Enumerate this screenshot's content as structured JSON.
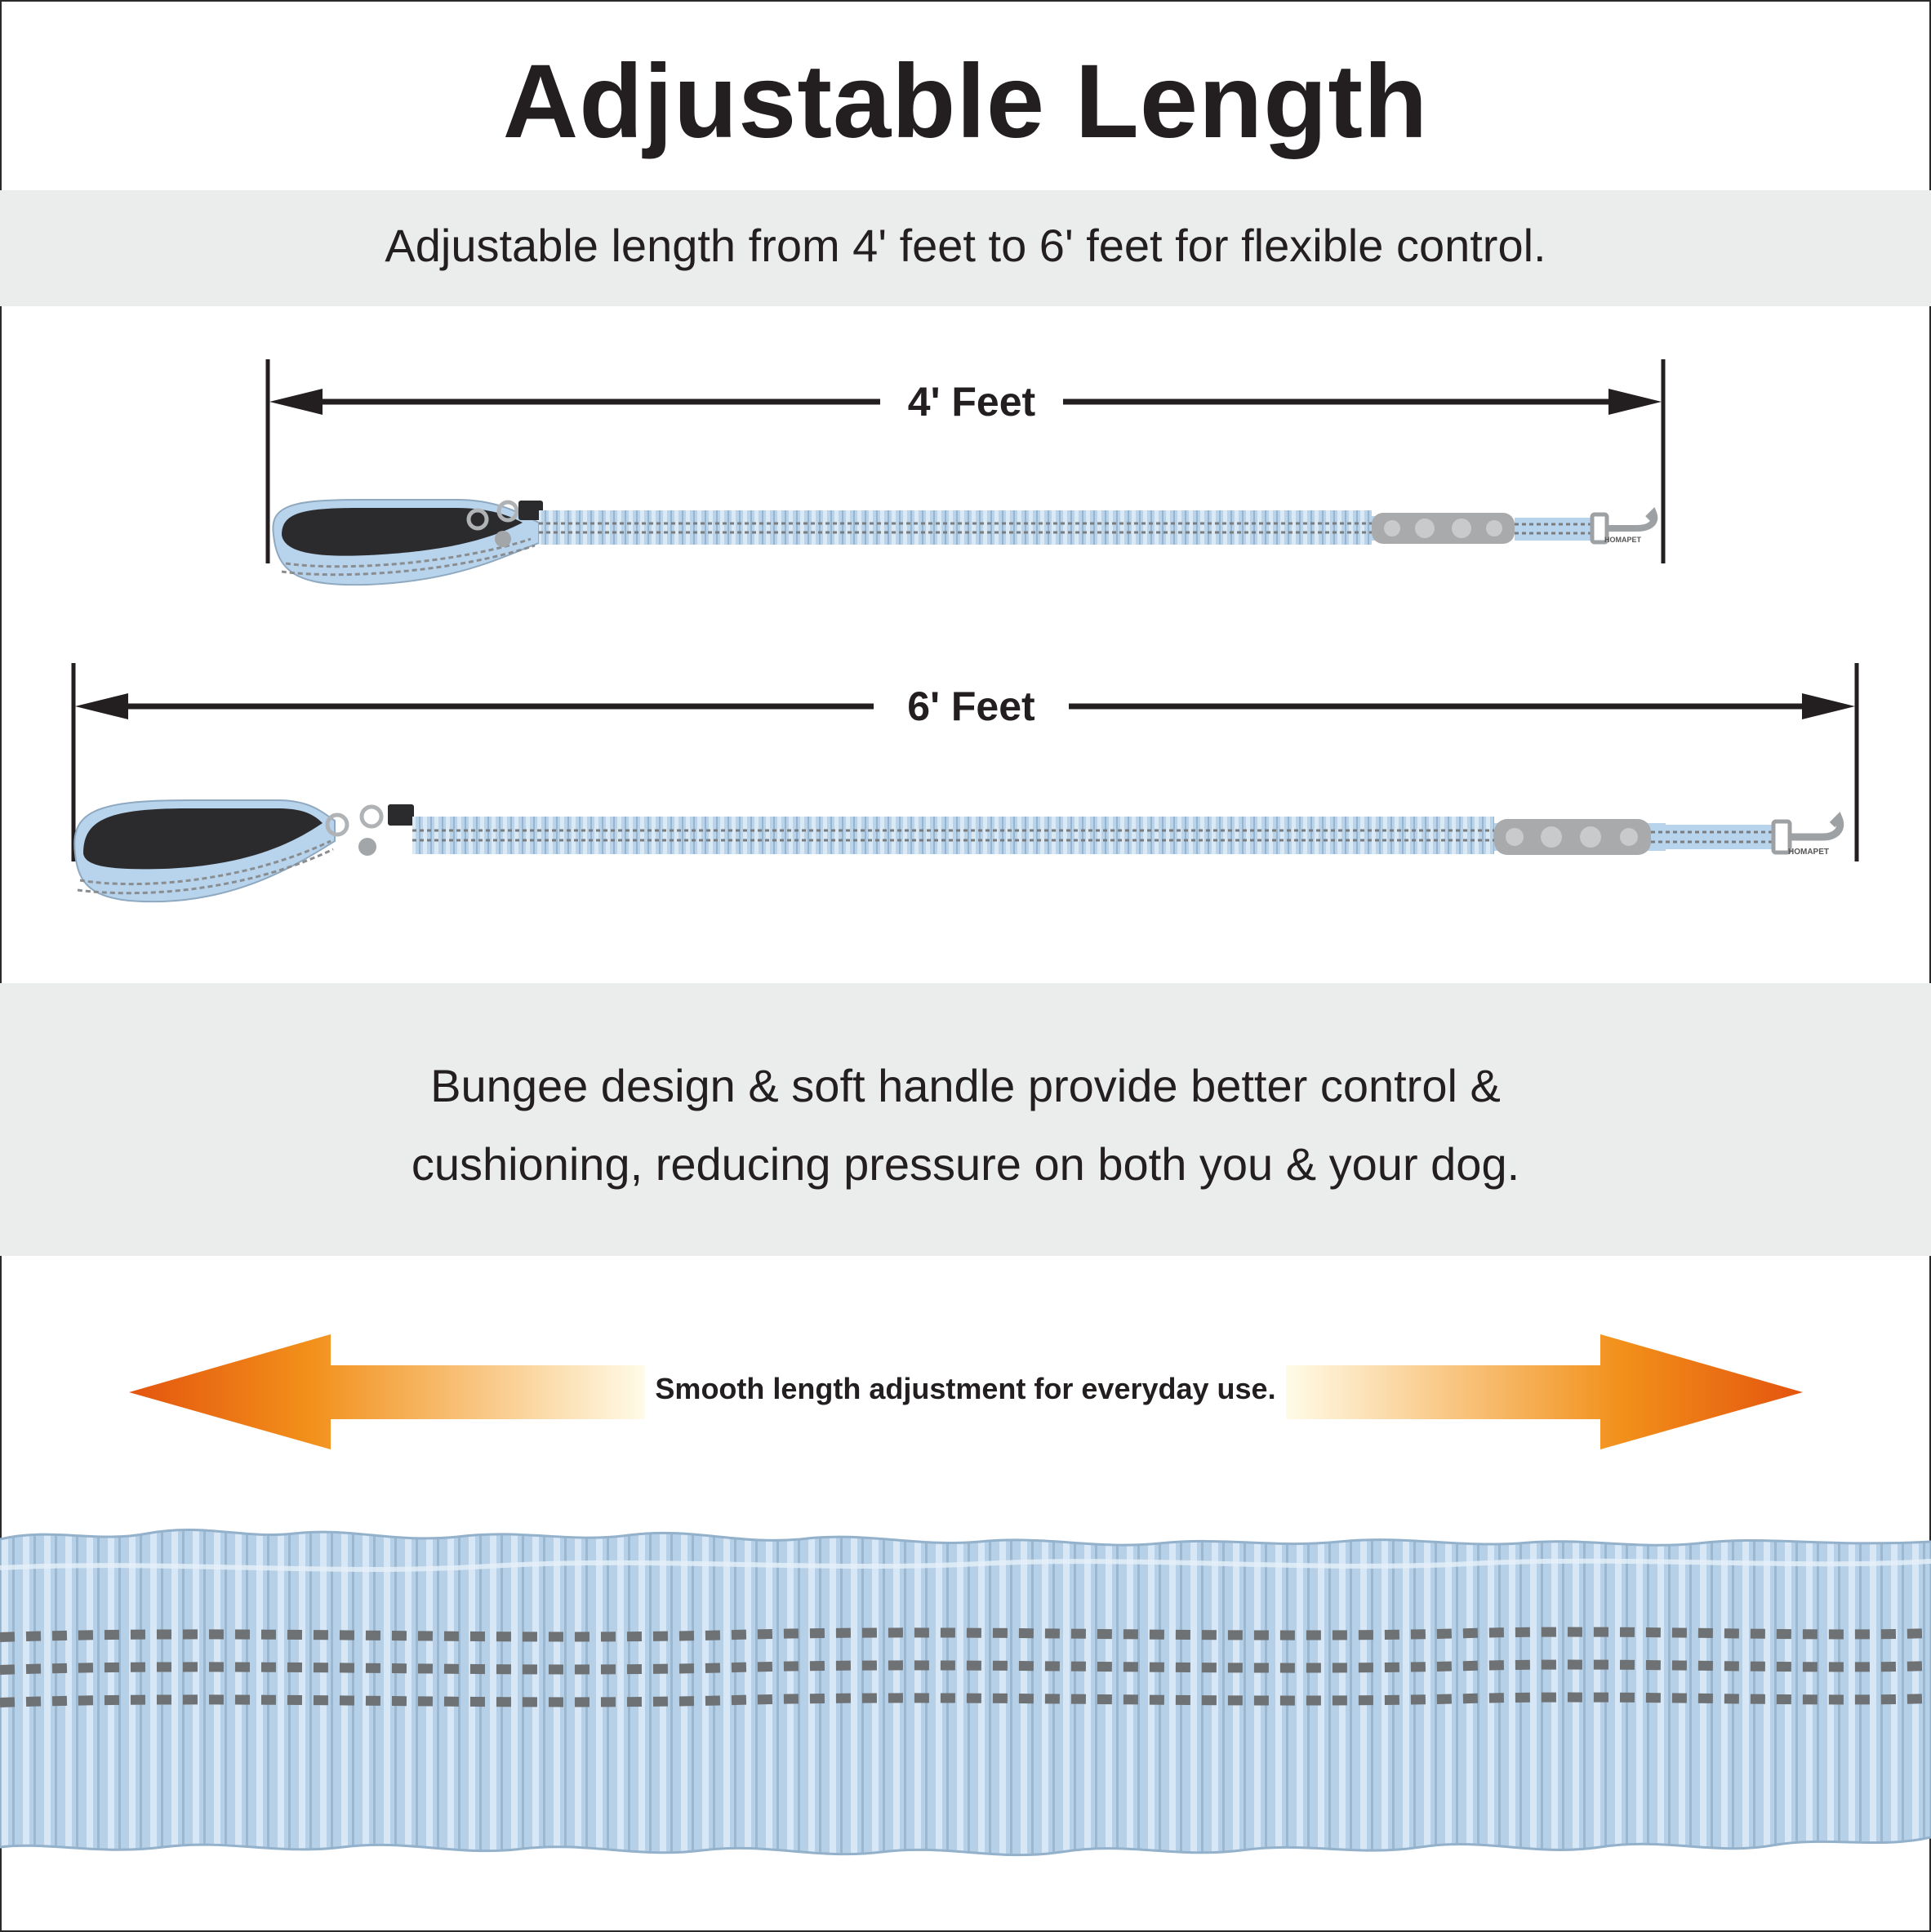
{
  "title": "Adjustable Length",
  "subtitle": "Adjustable length from 4' feet to 6' feet for flexible control.",
  "dimension_short": {
    "label": "4' Feet"
  },
  "dimension_long": {
    "label": "6' Feet"
  },
  "description": {
    "line1": "Bungee design & soft handle provide better control &",
    "line2": "cushioning, reducing pressure on both you & your dog."
  },
  "adjust_arrow_text": "Smooth length adjustment for everyday use.",
  "brand_tag": "HOMAPET",
  "colors": {
    "leash_blue": "#b7d1e9",
    "reflective_grey": "#7a7d80",
    "handle_black": "#2b2b2d",
    "band_grey": "#ebecec",
    "arrow_orange": "#e85a12",
    "arrow_yellow": "#fff6c8",
    "text_dark": "#231f20"
  }
}
